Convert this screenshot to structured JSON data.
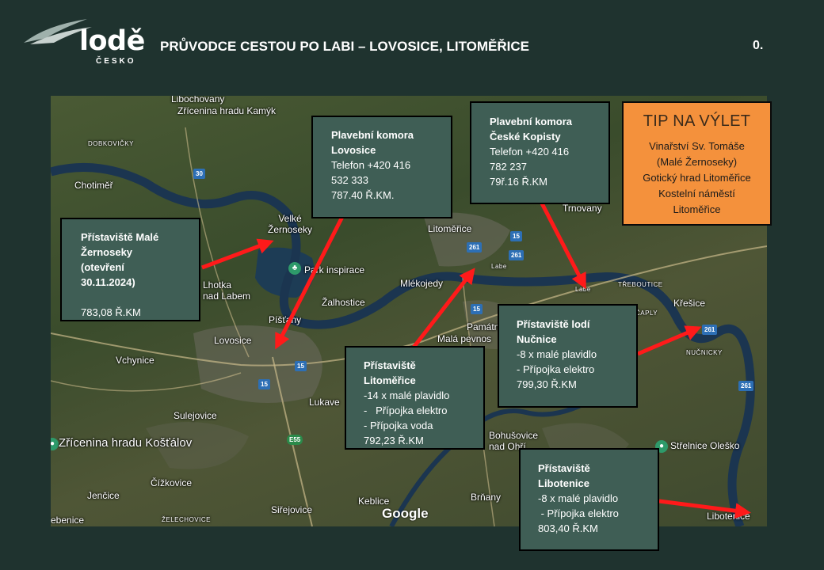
{
  "header": {
    "logo_text": "lodě",
    "logo_sub": "ČESKO",
    "title": "PRŮVODCE CESTOU PO LABI – LOVOSICE, LITOMĚŘICE",
    "page_number": "0."
  },
  "map": {
    "labels": {
      "libochovany": "Libochovany",
      "zricenina_kamyk": "Zřícenina hradu Kamýk",
      "dobkovicky": "DOBKOVIČKY",
      "chotimer": "Chotiměř",
      "velke_zernoseky": "Velké\nŽernoseky",
      "park_inspirace": "Park inspirace",
      "lhotka": "Lhotka\nnad Labem",
      "zalhostice": "Žalhostice",
      "pistany": "Píšťany",
      "lovosice": "Lovosice",
      "vchynice": "Vchynice",
      "sulejovice": "Sulejovice",
      "zricenina_kostalov": "Zřícenina hradu Košťálov",
      "cizkovice": "Čížkovice",
      "jencice": "Jenčice",
      "trebenice": "ebenice",
      "zelechovice": "ŽELECHOVICE",
      "sirejovice": "Siřejovice",
      "keblice": "Keblice",
      "brnany": "Brňany",
      "bohusovice": "Bohušovice\nnad Ohří",
      "lukave": "Lukave",
      "litomerice": "Litoměřice",
      "mlekojedy": "Mlékojedy",
      "pamatnik": "Památn",
      "mala_pevnost": "Malá pevnos",
      "trnovany": "Trnovany",
      "treboutice": "TŘEBOUTICE",
      "caply": "ČAPLY",
      "kresice": "Křešice",
      "nucnicky": "NUČNICKY",
      "strelnice": "Střelnice Oleško",
      "libotenice": "Libotenice",
      "labe_1": "Labe",
      "labe_2": "Labe",
      "google": "Google"
    },
    "roads": {
      "r30": "30",
      "r15a": "15",
      "r15b": "15",
      "r15c": "15",
      "r15d": "15",
      "r261a": "261",
      "r261b": "261",
      "r261c": "261",
      "r261d": "261",
      "e55": "E55"
    }
  },
  "boxes": {
    "male_zernoseky": {
      "title_1": "Přístaviště Malé",
      "title_2": "Žernoseky",
      "title_3": "(otevření",
      "title_4": "30.11.2024)",
      "km": "783,08 Ř.KM"
    },
    "komora_lovosice": {
      "title_1": "Plavební komora",
      "title_2": "Lovosice",
      "phone_1": "Telefon +420 416",
      "phone_2": "532 333",
      "km": "787.40 Ř.KM."
    },
    "komora_kopisty": {
      "title_1": "Plavební komora",
      "title_2": "České Kopisty",
      "phone_1": "Telefon +420 416",
      "phone_2": "782 237",
      "km": "79ř.16 Ř.KM"
    },
    "litomerice": {
      "title_1": "Přístaviště",
      "title_2": "Litoměřice",
      "line_1": "-14 x malé plavidlo",
      "line_2": "-   Přípojka elektro",
      "line_3": "- Přípojka voda",
      "km": "792,23 Ř.KM"
    },
    "nucnice": {
      "title_1": "Přístaviště lodí",
      "title_2": "Nučnice",
      "line_1": "-8 x malé plavidlo",
      "line_2": "- Přípojka elektro",
      "km": "799,30 Ř.KM"
    },
    "libotenice": {
      "title_1": "Přístaviště",
      "title_2": "Libotenice",
      "line_1": "-8 x malé plavidlo",
      "line_2": " - Přípojka elektro",
      "km": "803,40 Ř.KM"
    }
  },
  "tip": {
    "title": "TIP NA VÝLET",
    "line_1": "Vinařství Sv. Tomáše",
    "line_2": "(Malé Žernoseky)",
    "line_3": "Gotický hrad Litoměřice",
    "line_4": "Kostelní náměstí",
    "line_5": "Litoměřice"
  },
  "colors": {
    "background": "#1f332f",
    "box": "#3f5e55",
    "tip": "#f4913c",
    "arrow": "#ff1a1a",
    "river": "#1b3550"
  }
}
